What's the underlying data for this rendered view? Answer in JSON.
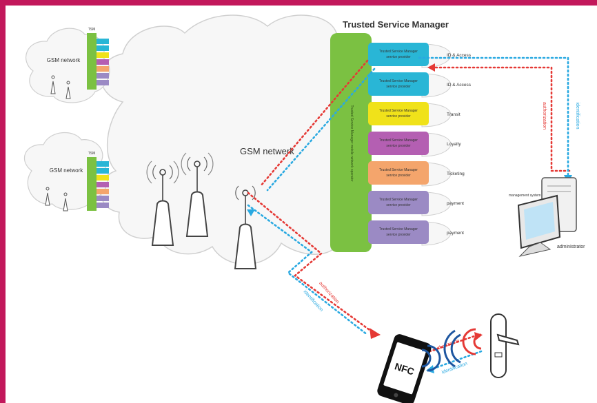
{
  "diagram": {
    "title": "Trusted Service Manager",
    "gsm_main_label": "GSM netwerk",
    "small_cloud_top_label": "GSM network",
    "small_cloud_bottom_label": "GSM network",
    "small_box_top_label": "TSM",
    "small_box_bottom_label": "TSM",
    "tsm_vertical_text": "Trusted Service Manager mobile network operator",
    "providers": [
      {
        "label": "Trusted Service Manager service provider",
        "color": "#29b6d6",
        "category": "ID & Access"
      },
      {
        "label": "Trusted Service Manager service provider",
        "color": "#29b6d6",
        "category": "ID & Access"
      },
      {
        "label": "Trusted Service Manager service provider",
        "color": "#f0e21a",
        "category": "Transit"
      },
      {
        "label": "Trusted Service Manager service provider",
        "color": "#b45fb2",
        "category": "Loyalty"
      },
      {
        "label": "Trusted Service Manager service provider",
        "color": "#f4a56c",
        "category": "Ticketing"
      },
      {
        "label": "Trusted Service Manager service provider",
        "color": "#9b8ac4",
        "category": "payment"
      },
      {
        "label": "Trusted Service Manager service provider",
        "color": "#9b8ac4",
        "category": "payment"
      }
    ],
    "management_label": "management system",
    "administrator_label": "administrator",
    "authorization_label": "authorization",
    "identification_label": "identification",
    "phone_label": "NFC",
    "colors": {
      "frame": "#c2185b",
      "tsm_green": "#7bc142",
      "red_flow": "#e53935",
      "blue_flow": "#29a9e1"
    }
  }
}
